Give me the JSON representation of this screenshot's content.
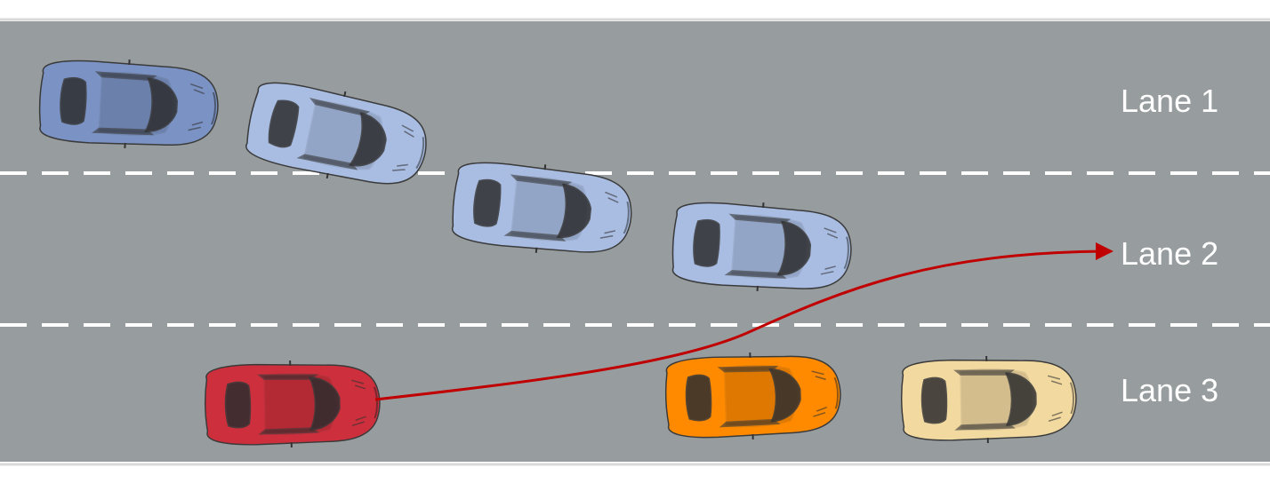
{
  "lanes": [
    {
      "label": "Lane 1"
    },
    {
      "label": "Lane 2"
    },
    {
      "label": "Lane 3"
    }
  ],
  "colors": {
    "road": "#979c9e",
    "edge_line": "#d9d9d9",
    "lane_marking": "#ffffff",
    "trajectory": "#c00000",
    "car_blue_dark": "#7b93c4",
    "car_blue_light": "#a9bde3",
    "car_red": "#cd2f3c",
    "car_orange": "#ff8a00",
    "car_yellow_faded": "#f2d9a0"
  },
  "vehicles": [
    {
      "id": "blue-car-lane1",
      "color": "car_blue_dark",
      "opacity": 1
    },
    {
      "id": "blue-car-ghost-1",
      "color": "car_blue_light",
      "opacity": 1
    },
    {
      "id": "blue-car-ghost-2",
      "color": "car_blue_light",
      "opacity": 1
    },
    {
      "id": "blue-car-ghost-3",
      "color": "car_blue_light",
      "opacity": 1
    },
    {
      "id": "red-car-ego",
      "color": "car_red",
      "opacity": 1
    },
    {
      "id": "orange-car",
      "color": "car_orange",
      "opacity": 1
    },
    {
      "id": "yellow-car-ghost",
      "color": "car_yellow_faded",
      "opacity": 1
    }
  ]
}
